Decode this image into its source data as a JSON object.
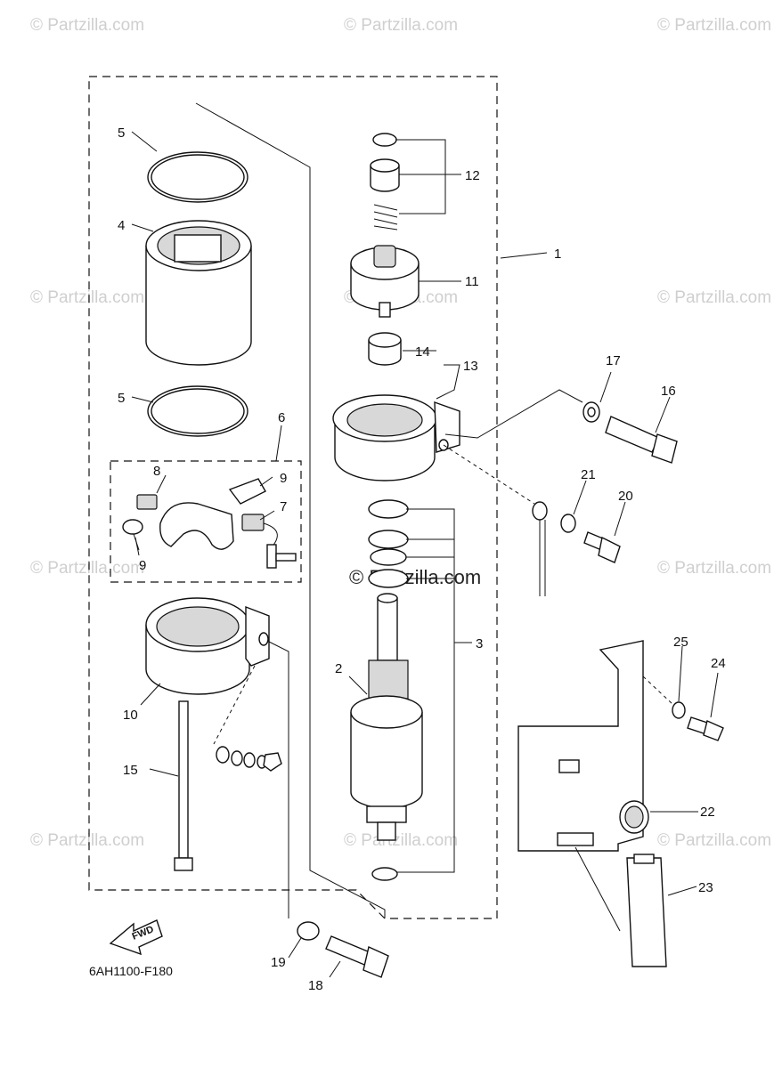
{
  "watermark": "© Partzilla.com",
  "center_watermark": "© Partzilla.com",
  "diagram_code": "6AH1100-F180",
  "fwd_label": "FWD",
  "callouts": {
    "p1": "1",
    "p2": "2",
    "p3": "3",
    "p4": "4",
    "p5a": "5",
    "p5b": "5",
    "p6": "6",
    "p7": "7",
    "p8": "8",
    "p9a": "9",
    "p9b": "9",
    "p10": "10",
    "p11": "11",
    "p12": "12",
    "p13": "13",
    "p14": "14",
    "p15": "15",
    "p16": "16",
    "p17": "17",
    "p18": "18",
    "p19": "19",
    "p20": "20",
    "p21": "21",
    "p22": "22",
    "p23": "23",
    "p24": "24",
    "p25": "25"
  }
}
